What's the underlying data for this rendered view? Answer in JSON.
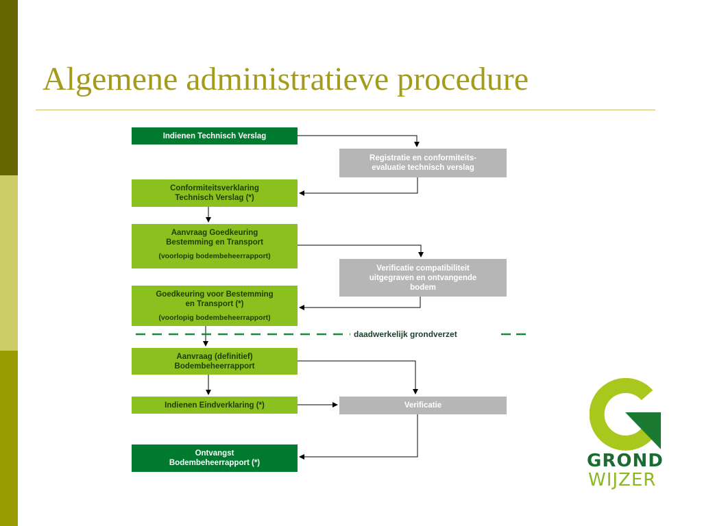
{
  "slide": {
    "title": "Algemene administratieve procedure"
  },
  "flow": {
    "indienen_verslag": "Indienen Technisch Verslag",
    "registratie_l1": "Registratie en conformiteits-",
    "registratie_l2": "evaluatie technisch verslag",
    "conformiteit_l1": "Conformiteitsverklaring",
    "conformiteit_l2": "Technisch Verslag (*)",
    "aanvraag_l1": "Aanvraag Goedkeuring",
    "aanvraag_l2": "Bestemming en Transport",
    "aanvraag_sub": "(voorlopig bodembeheerrapport)",
    "verificatie_comp_l1": "Verificatie compatibiliteit",
    "verificatie_comp_l2": "uitgegraven en ontvangende",
    "verificatie_comp_l3": "bodem",
    "goedkeuring_l1": "Goedkeuring voor Bestemming",
    "goedkeuring_l2": "en Transport (*)",
    "goedkeuring_sub": "(voorlopig bodembeheerrapport)",
    "dash_label": "daadwerkelijk grondverzet",
    "aanvraag_def_l1": "Aanvraag (definitief)",
    "aanvraag_def_l2": "Bodembeheerrapport",
    "eindverklaring": "Indienen Eindverklaring (*)",
    "verificatie": "Verificatie",
    "ontvangst_l1": "Ontvangst",
    "ontvangst_l2": "Bodembeheerrapport (*)"
  },
  "logo": {
    "line1": "GROND",
    "line2": "WIJZER"
  },
  "colors": {
    "dark_green": "#007a2e",
    "lime_green": "#8ac11e",
    "grey": "#b6b6b6",
    "title_olive": "#a39c1a"
  }
}
